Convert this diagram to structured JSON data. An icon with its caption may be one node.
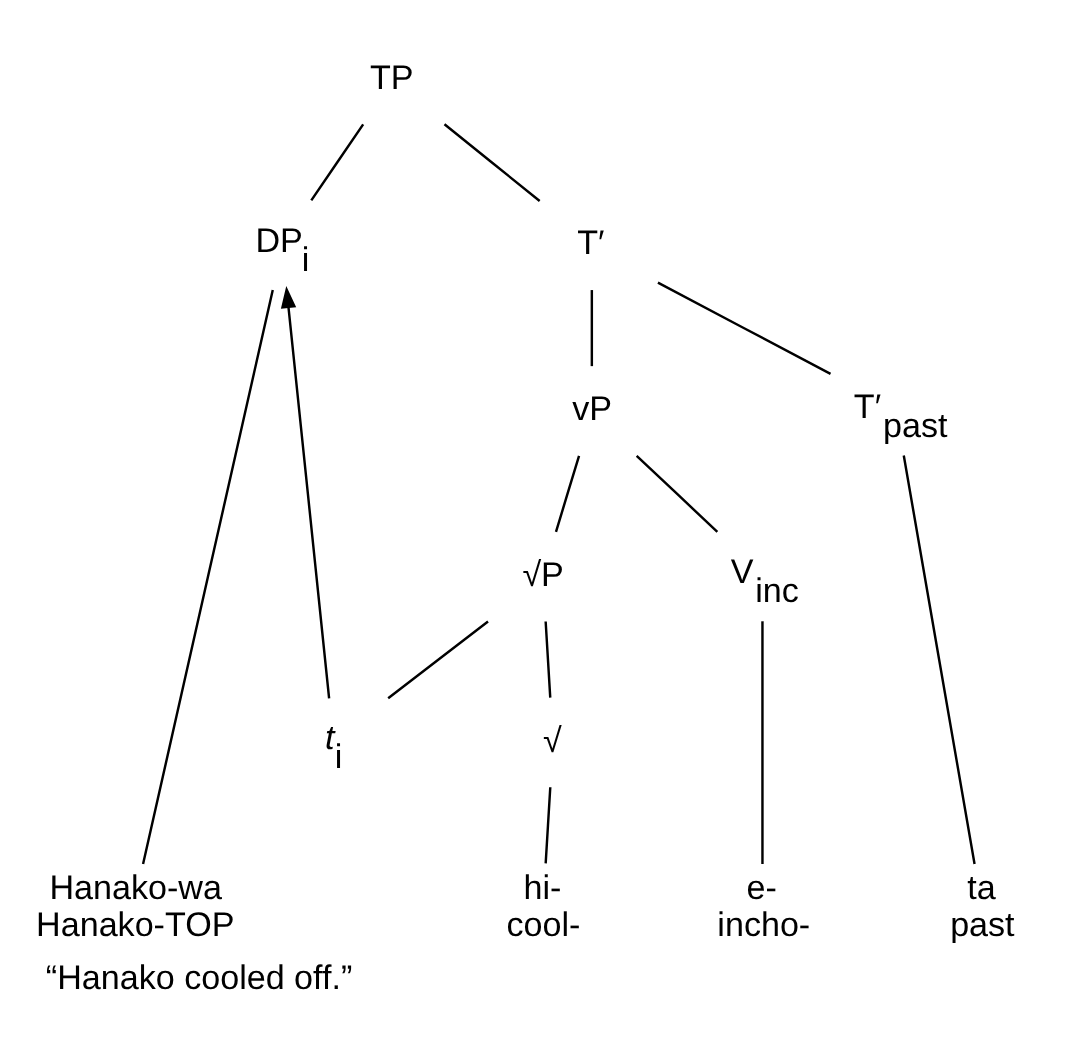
{
  "diagram": {
    "caption": "“Hanako cooled off.”",
    "nodes": [
      {
        "text": [
          "TP"
        ]
      },
      {
        "text": [
          "DP$_{i}$"
        ]
      },
      {
        "text": [
          "T′"
        ]
      },
      {
        "text": [
          "vP"
        ]
      },
      {
        "text": [
          "T′$_{past}$"
        ]
      },
      {
        "text": [
          "√P"
        ]
      },
      {
        "text": [
          "V$_{inc}$"
        ]
      },
      {
        "text": [
          "*t*$_{i}$"
        ]
      },
      {
        "text": [
          "√"
        ]
      },
      {
        "text": [
          "Hanako-wa",
          "Hanako-TOP"
        ]
      },
      {
        "text": [
          "hi-",
          "cool-"
        ]
      },
      {
        "text": [
          "e-",
          "incho-"
        ]
      },
      {
        "text": [
          "ta",
          "past"
        ]
      }
    ],
    "edges": [
      {
        "from": 0,
        "to": 1,
        "arrow": "none"
      },
      {
        "from": 0,
        "to": 2,
        "arrow": "none"
      },
      {
        "from": 2,
        "to": 3,
        "arrow": "none"
      },
      {
        "from": 2,
        "to": 4,
        "arrow": "none"
      },
      {
        "from": 3,
        "to": 5,
        "arrow": "none"
      },
      {
        "from": 3,
        "to": 6,
        "arrow": "none"
      },
      {
        "from": 5,
        "to": 7,
        "arrow": "none"
      },
      {
        "from": 5,
        "to": 8,
        "arrow": "none"
      },
      {
        "from": 1,
        "to": 9,
        "arrow": "none"
      },
      {
        "from": 8,
        "to": 10,
        "arrow": "none"
      },
      {
        "from": 6,
        "to": 11,
        "arrow": "none"
      },
      {
        "from": 4,
        "to": 12,
        "arrow": "none"
      },
      {
        "from": 7,
        "to": 1,
        "arrow": "to"
      }
    ]
  }
}
